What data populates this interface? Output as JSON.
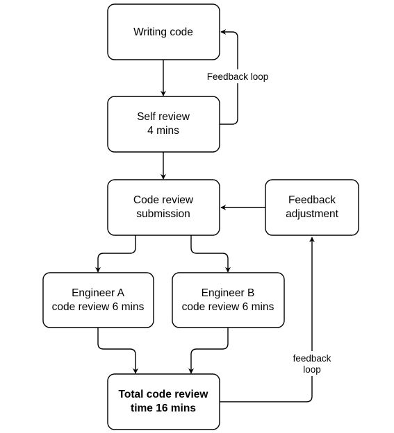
{
  "diagram": {
    "nodes": {
      "writing": {
        "lines": [
          "Writing code"
        ]
      },
      "self_review": {
        "lines": [
          "Self review",
          "4 mins"
        ]
      },
      "submission": {
        "lines": [
          "Code review",
          "submission"
        ]
      },
      "feedback_adjust": {
        "lines": [
          "Feedback",
          "adjustment"
        ]
      },
      "engineer_a": {
        "lines": [
          "Engineer A",
          "code review 6 mins"
        ]
      },
      "engineer_b": {
        "lines": [
          "Engineer B",
          "code review 6 mins"
        ]
      },
      "total": {
        "lines": [
          "Total code review",
          "time 16 mins"
        ]
      }
    },
    "edge_labels": {
      "feedback_loop_top": [
        "Feedback loop"
      ],
      "feedback_loop_bottom": [
        "feedback",
        "loop"
      ]
    }
  }
}
